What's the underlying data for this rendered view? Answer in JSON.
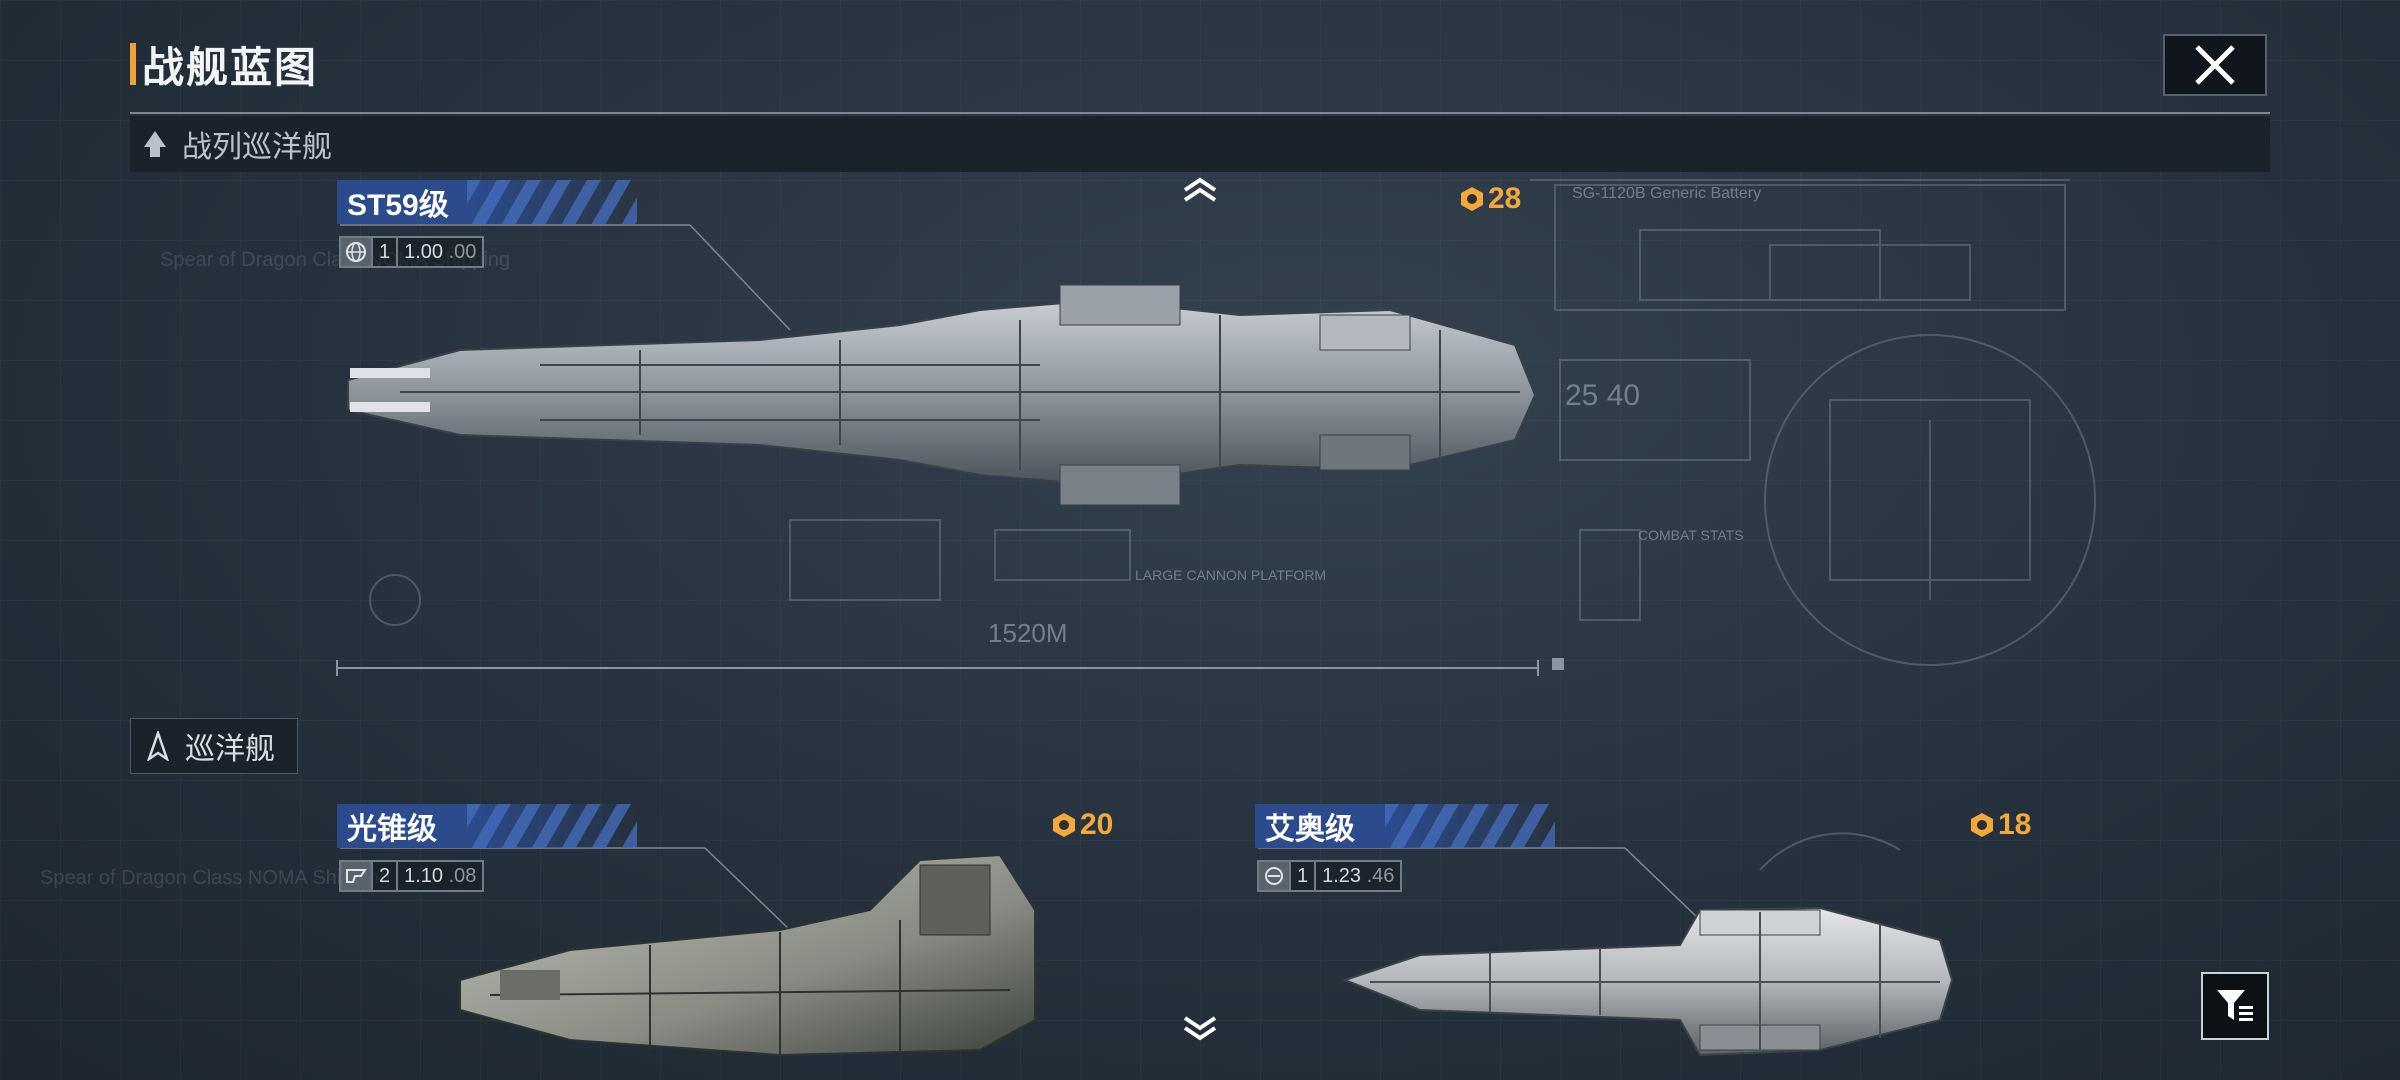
{
  "header": {
    "title": "战舰蓝图",
    "close_icon": "close-icon"
  },
  "categories": [
    {
      "label": "战列巡洋舰",
      "icon": "battlecruiser-icon"
    },
    {
      "label": "巡洋舰",
      "icon": "cruiser-icon"
    }
  ],
  "ships": [
    {
      "name": "ST59级",
      "stat_icon": "globe-icon",
      "count": "1",
      "rate_main": "1.00",
      "rate_dim": ".00",
      "cost": "28"
    },
    {
      "name": "光锥级",
      "stat_icon": "faction-icon",
      "count": "2",
      "rate_main": "1.10",
      "rate_dim": ".08",
      "cost": "20"
    },
    {
      "name": "艾奥级",
      "stat_icon": "faction-icon",
      "count": "1",
      "rate_main": "1.23",
      "rate_dim": ".46",
      "cost": "18"
    }
  ],
  "blueprint_text": {
    "length": "1520M",
    "battery": "SG-1120B Generic Battery",
    "platform": "LARGE CANNON PLATFORM",
    "combat_stats": "COMBAT STATS",
    "scale": "25 40",
    "bg_line": "Spear of Dragon Class NOMA Shipping"
  },
  "controls": {
    "scroll_up_icon": "chevron-up-icon",
    "scroll_down_icon": "chevron-down-icon",
    "filter_icon": "filter-icon"
  },
  "colors": {
    "accent": "#f0a23a",
    "name_bar": "#2b4b8c",
    "cost": "#f2a83a"
  }
}
